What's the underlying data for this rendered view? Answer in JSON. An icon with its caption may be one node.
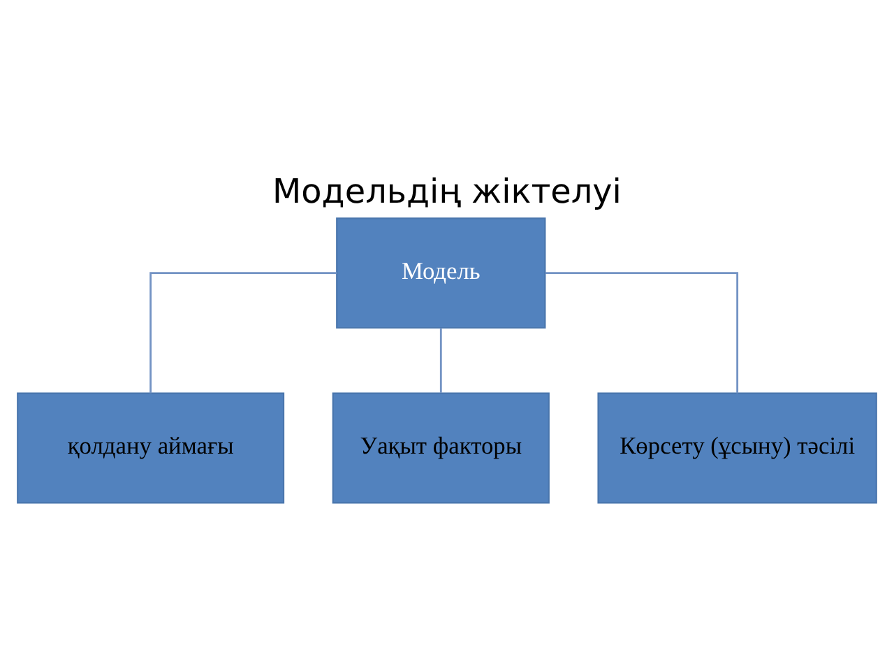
{
  "diagram": {
    "title": "Модельдің жіктелуі",
    "nodes": [
      {
        "text": [
          "Модель"
        ]
      },
      {
        "text": [
          "қолдану аймағы"
        ]
      },
      {
        "text": [
          "Уақыт факторы"
        ]
      },
      {
        "text": [
          "Көрсету (ұсыну) тәсілі"
        ]
      }
    ],
    "edges": [
      {
        "from": 0,
        "to": 1,
        "arrow": "none"
      },
      {
        "from": 0,
        "to": 2,
        "arrow": "none"
      },
      {
        "from": 0,
        "to": 3,
        "arrow": "none"
      }
    ]
  }
}
